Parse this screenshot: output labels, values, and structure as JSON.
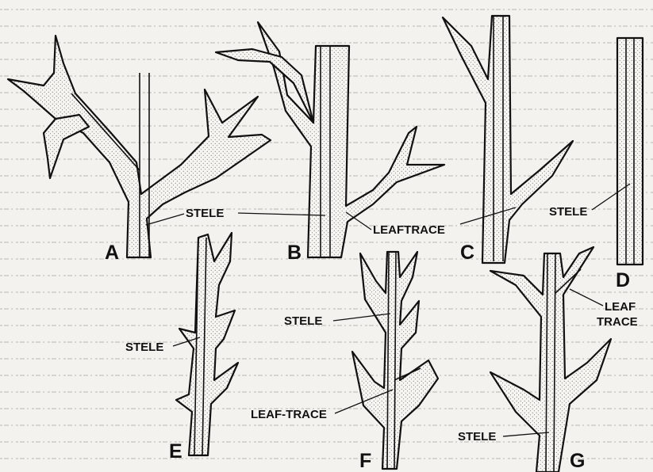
{
  "figures": [
    {
      "letter": "A"
    },
    {
      "letter": "B"
    },
    {
      "letter": "C"
    },
    {
      "letter": "D"
    },
    {
      "letter": "E"
    },
    {
      "letter": "F"
    },
    {
      "letter": "G"
    }
  ],
  "labels": {
    "stele_ab": "STELE",
    "leaftrace_bc": "LEAFTRACE",
    "stele_d": "STELE",
    "stele_e": "STELE",
    "stele_f": "STELE",
    "leaf_trace_f": "LEAF-TRACE",
    "leaf_g_line1": "LEAF",
    "leaf_g_line2": "TRACE",
    "stele_g": "STELE"
  },
  "colors": {
    "ink": "#111111",
    "paper": "#f4f2ee",
    "stipple": "#5a5a5a"
  }
}
